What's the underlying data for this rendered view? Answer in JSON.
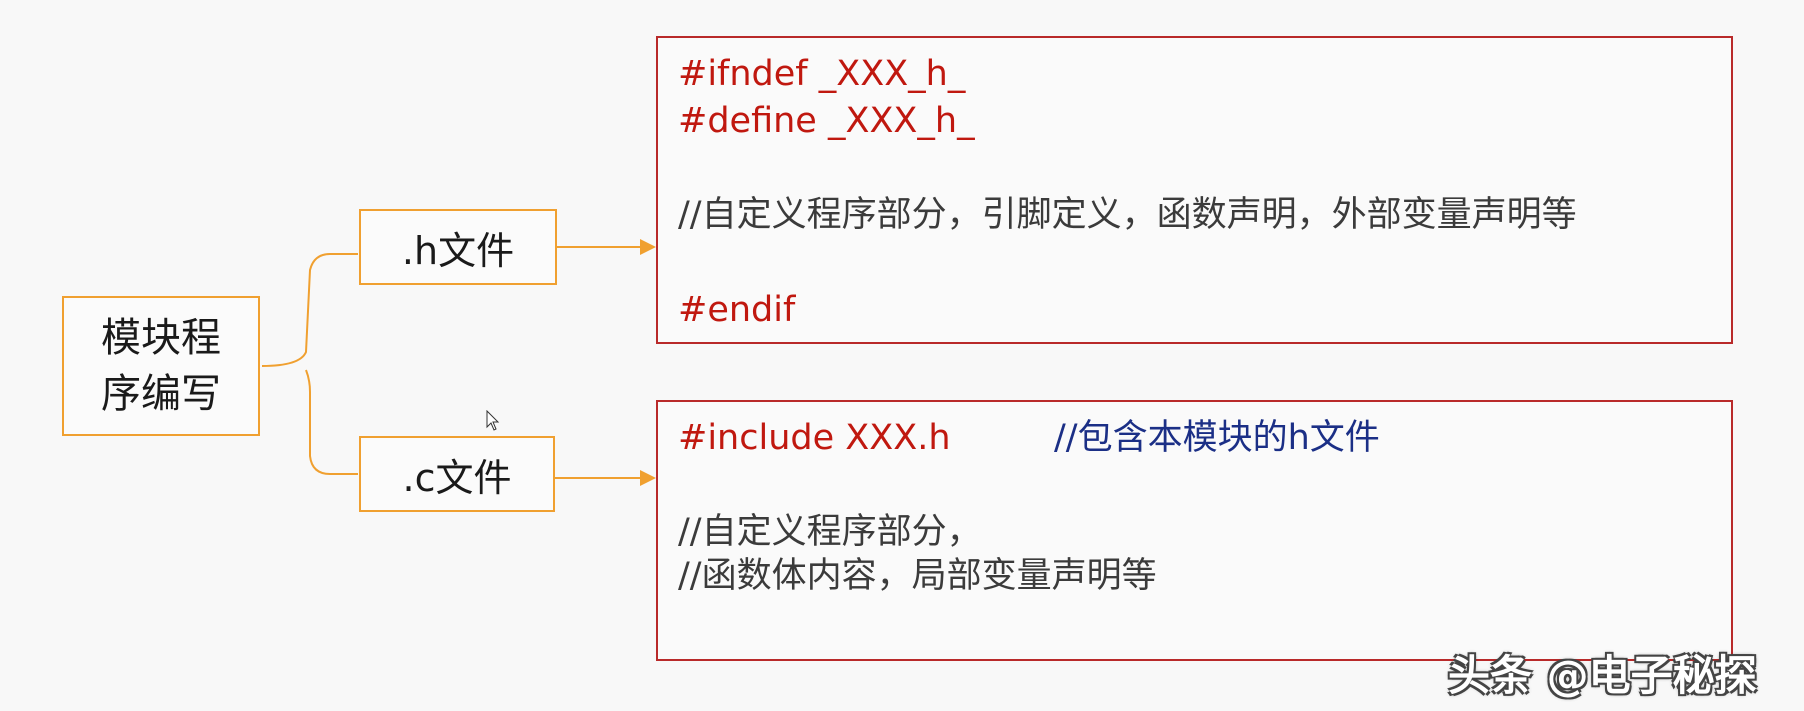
{
  "root": {
    "line1": "模块程",
    "line2": "序编写"
  },
  "h_file": {
    "label": ".h文件"
  },
  "c_file": {
    "label": ".c文件"
  },
  "h_box": {
    "line1": "#ifndef _XXX_h_",
    "line2": "#define _XXX_h_",
    "comment": "//自定义程序部分，引脚定义，函数声明，外部变量声明等",
    "endif": "#endif"
  },
  "c_box": {
    "include": "#include XXX.h",
    "include_comment": "//包含本模块的h文件",
    "comment1": "//自定义程序部分，",
    "comment2": "//函数体内容，局部变量声明等"
  },
  "watermark": "头条 @电子秘探",
  "colors": {
    "node_border": "#f0a030",
    "box_border": "#b92a2a",
    "keyword": "#c0180f",
    "comment_blue": "#1b2f86",
    "comment_gray": "#3b3b3b"
  }
}
